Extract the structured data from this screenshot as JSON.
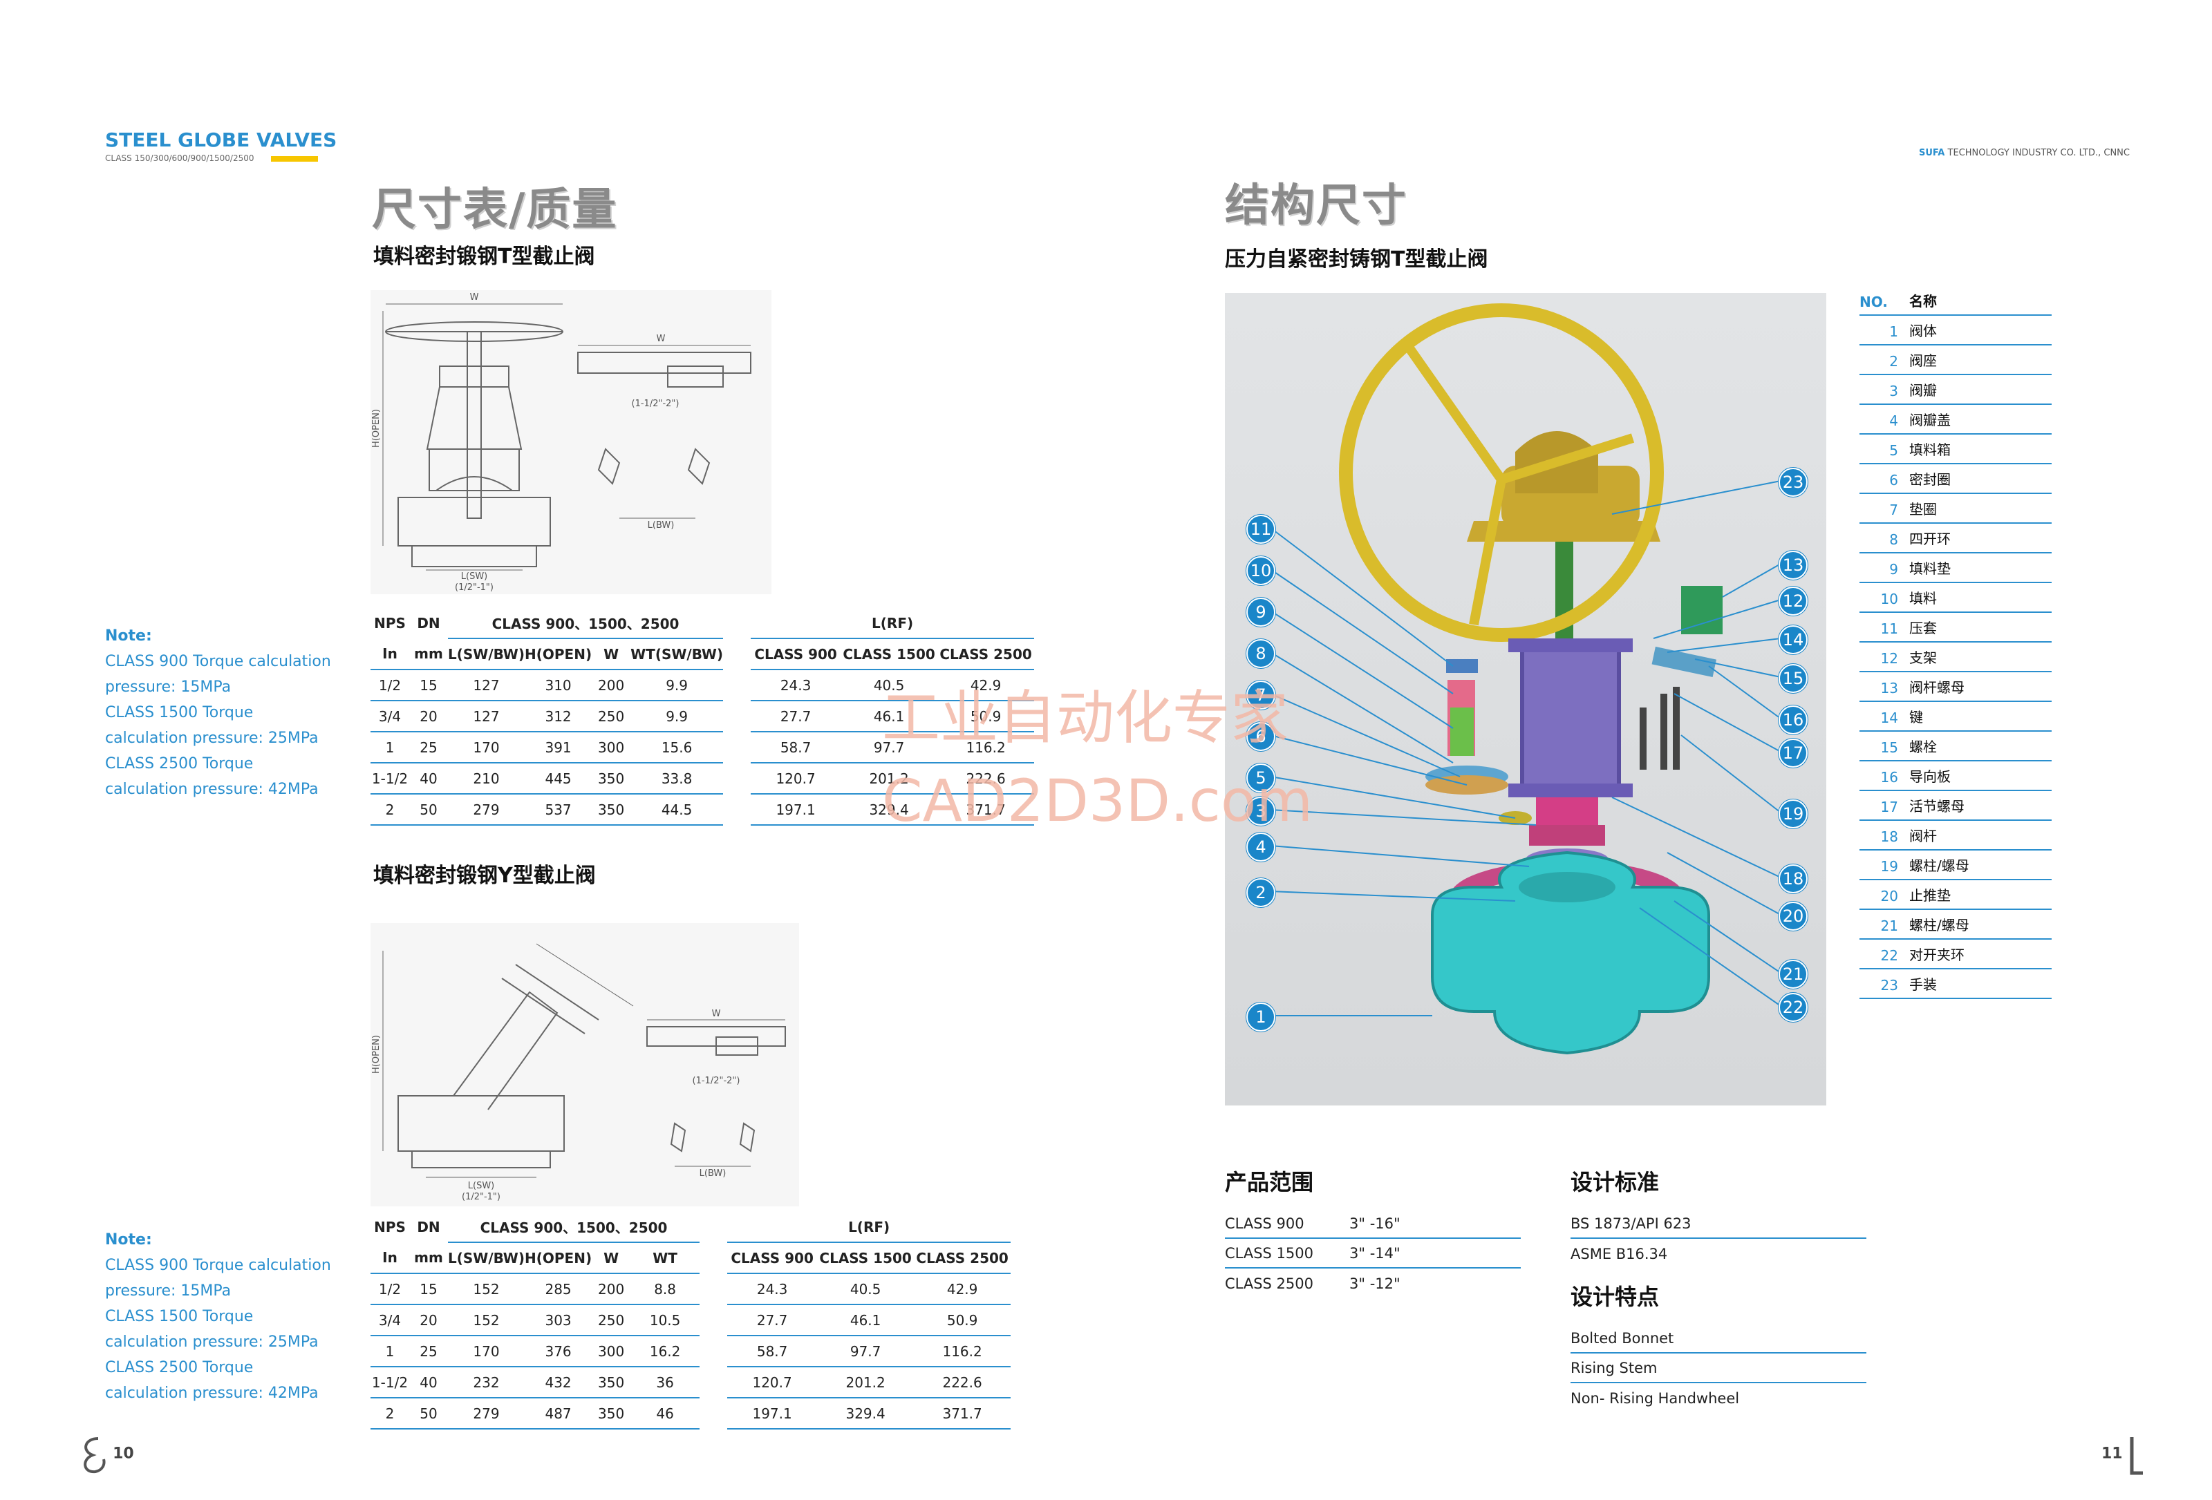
{
  "header": {
    "series_title": "STEEL GLOBE VALVES",
    "series_sub": "CLASS 150/300/600/900/1500/2500",
    "company_brand": "SUFA",
    "company_rest": " TECHNOLOGY INDUSTRY CO. LTD., CNNC"
  },
  "left": {
    "heading": "尺寸表/质量",
    "section1_title": "填料密封锻钢T型截止阀",
    "section2_title": "填料密封锻钢Y型截止阀",
    "drawing_labels": {
      "w": "W",
      "h_open": "H(OPEN)",
      "l_sw": "L(SW)",
      "size_small": "(1/2\"-1\")",
      "size_large": "(1-1/2\"-2\")",
      "l_bw": "L(BW)"
    },
    "note": {
      "title": "Note:",
      "lines": [
        "CLASS 900 Torque calculation",
        "pressure: 15MPa",
        "CLASS 1500 Torque",
        "calculation pressure: 25MPa",
        "CLASS 2500 Torque",
        "calculation pressure: 42MPa"
      ]
    },
    "table1": {
      "h1": [
        "NPS",
        "DN",
        "CLASS 900、1500、2500",
        "L(RF)"
      ],
      "h2": [
        "In",
        "mm",
        "L(SW/BW)",
        "H(OPEN)",
        "W",
        "WT(SW/BW)",
        "CLASS 900",
        "CLASS 1500",
        "CLASS 2500"
      ],
      "rows": [
        [
          "1/2",
          "15",
          "127",
          "310",
          "200",
          "9.9",
          "24.3",
          "40.5",
          "42.9"
        ],
        [
          "3/4",
          "20",
          "127",
          "312",
          "250",
          "9.9",
          "27.7",
          "46.1",
          "50.9"
        ],
        [
          "1",
          "25",
          "170",
          "391",
          "300",
          "15.6",
          "58.7",
          "97.7",
          "116.2"
        ],
        [
          "1-1/2",
          "40",
          "210",
          "445",
          "350",
          "33.8",
          "120.7",
          "201.2",
          "222.6"
        ],
        [
          "2",
          "50",
          "279",
          "537",
          "350",
          "44.5",
          "197.1",
          "329.4",
          "371.7"
        ]
      ]
    },
    "table2": {
      "h1": [
        "NPS",
        "DN",
        "CLASS 900、1500、2500",
        "L(RF)"
      ],
      "h2": [
        "In",
        "mm",
        "L(SW/BW)",
        "H(OPEN)",
        "W",
        "WT",
        "CLASS 900",
        "CLASS 1500",
        "CLASS 2500"
      ],
      "rows": [
        [
          "1/2",
          "15",
          "152",
          "285",
          "200",
          "8.8",
          "24.3",
          "40.5",
          "42.9"
        ],
        [
          "3/4",
          "20",
          "152",
          "303",
          "250",
          "10.5",
          "27.7",
          "46.1",
          "50.9"
        ],
        [
          "1",
          "25",
          "170",
          "376",
          "300",
          "16.2",
          "58.7",
          "97.7",
          "116.2"
        ],
        [
          "1-1/2",
          "40",
          "232",
          "432",
          "350",
          "36",
          "120.7",
          "201.2",
          "222.6"
        ],
        [
          "2",
          "50",
          "279",
          "487",
          "350",
          "46",
          "197.1",
          "329.4",
          "371.7"
        ]
      ]
    },
    "page_number": "10"
  },
  "right": {
    "heading": "结构尺寸",
    "section_title": "压力自紧密封铸钢T型截止阀",
    "parts_header": {
      "no": "NO.",
      "name": "名称"
    },
    "parts": [
      {
        "no": "1",
        "name": "阀体"
      },
      {
        "no": "2",
        "name": "阀座"
      },
      {
        "no": "3",
        "name": "阀瓣"
      },
      {
        "no": "4",
        "name": "阀瓣盖"
      },
      {
        "no": "5",
        "name": "填料箱"
      },
      {
        "no": "6",
        "name": "密封圈"
      },
      {
        "no": "7",
        "name": "垫圈"
      },
      {
        "no": "8",
        "name": "四开环"
      },
      {
        "no": "9",
        "name": "填料垫"
      },
      {
        "no": "10",
        "name": "填料"
      },
      {
        "no": "11",
        "name": "压套"
      },
      {
        "no": "12",
        "name": "支架"
      },
      {
        "no": "13",
        "name": "阀杆螺母"
      },
      {
        "no": "14",
        "name": "键"
      },
      {
        "no": "15",
        "name": "螺栓"
      },
      {
        "no": "16",
        "name": "导向板"
      },
      {
        "no": "17",
        "name": "活节螺母"
      },
      {
        "no": "18",
        "name": "阀杆"
      },
      {
        "no": "19",
        "name": "螺柱/螺母"
      },
      {
        "no": "20",
        "name": "止推垫"
      },
      {
        "no": "21",
        "name": "螺柱/螺母"
      },
      {
        "no": "22",
        "name": "对开夹环"
      },
      {
        "no": "23",
        "name": "手装"
      }
    ],
    "callouts_left": [
      "11",
      "10",
      "9",
      "8",
      "7",
      "6",
      "5",
      "3",
      "4",
      "2",
      "1"
    ],
    "callouts_right": [
      "23",
      "13",
      "12",
      "14",
      "15",
      "16",
      "17",
      "19",
      "18",
      "20",
      "21",
      "22"
    ],
    "product_range": {
      "title": "产品范围",
      "rows": [
        {
          "cls": "CLASS 900",
          "size": "3\" -16\""
        },
        {
          "cls": "CLASS 1500",
          "size": "3\" -14\""
        },
        {
          "cls": "CLASS 2500",
          "size": "3\" -12\""
        }
      ]
    },
    "design_standard": {
      "title": "设计标准",
      "rows": [
        "BS 1873/API 623",
        "ASME B16.34"
      ]
    },
    "design_features": {
      "title": "设计特点",
      "rows": [
        "Bolted Bonnet",
        "Rising Stem",
        "Non- Rising Handwheel"
      ]
    },
    "page_number": "11"
  },
  "watermark": {
    "line1": "工业自动化专家",
    "line2": "CAD2D3D.com"
  },
  "colors": {
    "accent_blue": "#2a8fce",
    "accent_yellow": "#f7c600",
    "body_teal": "#35c7c9",
    "handwheel_gold": "#d4b52a"
  }
}
